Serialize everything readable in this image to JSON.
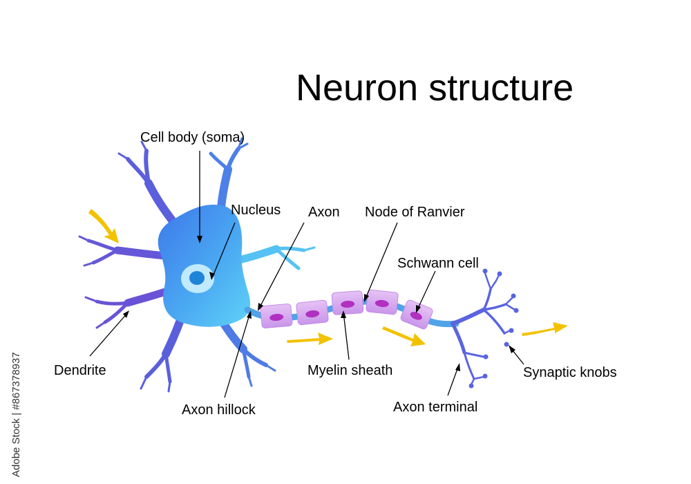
{
  "title": "Neuron structure",
  "labels": {
    "cell_body": "Cell body (soma)",
    "nucleus": "Nucleus",
    "axon": "Axon",
    "node_of_ranvier": "Node of Ranvier",
    "schwann_cell": "Schwann cell",
    "dendrite": "Dendrite",
    "myelin_sheath": "Myelin sheath",
    "axon_hillock": "Axon hillock",
    "axon_terminal": "Axon terminal",
    "synaptic_knobs": "Synaptic knobs"
  },
  "stock_id": "Adobe Stock | #867378937",
  "colors": {
    "soma_light": "#58c8f5",
    "soma_dark": "#3b6ee6",
    "dendrite": "#5a64e0",
    "axon": "#4fa3e8",
    "myelin": "#d7a8f0",
    "myelin_edge": "#c08ce6",
    "node": "#b030c0",
    "nucleus_outer": "#bfeaff",
    "nucleus_inner": "#1f84d8",
    "arrow": "#f2c200"
  }
}
